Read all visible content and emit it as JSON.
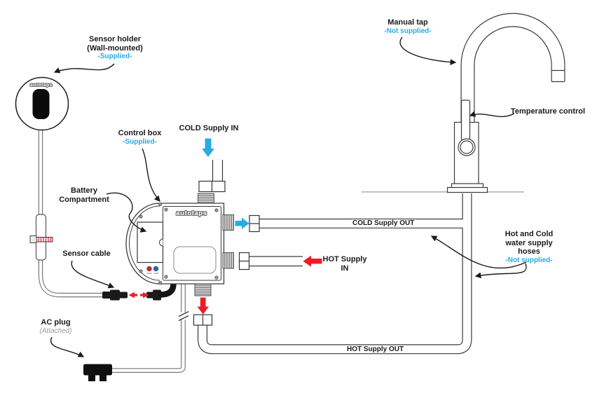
{
  "diagram": {
    "brand_logo": "autotaps",
    "labels": {
      "sensor_holder": {
        "title": "Sensor holder",
        "subtitle": "(Wall-mounted)",
        "status": "-Supplied-"
      },
      "control_box": {
        "title": "Control box",
        "status": "-Supplied-"
      },
      "battery_compartment": {
        "line1": "Battery",
        "line2": "Compartment"
      },
      "sensor_cable": {
        "title": "Sensor cable"
      },
      "ac_plug": {
        "title": "AC plug",
        "status": "(Attached)"
      },
      "cold_supply_in": {
        "title": "COLD Supply IN"
      },
      "cold_supply_out": {
        "title": "COLD Supply OUT"
      },
      "hot_supply_in": {
        "line1": "HOT Supply",
        "line2": "IN"
      },
      "hot_supply_out": {
        "title": "HOT Supply OUT"
      },
      "manual_tap": {
        "title": "Manual tap",
        "status": "-Not supplied-"
      },
      "temperature_control": {
        "title": "Temperature control"
      },
      "supply_hoses": {
        "line1": "Hot and Cold",
        "line2": "water supply",
        "line3": "hoses",
        "status": "-Not supplied-"
      }
    },
    "colors": {
      "cold_accent": "#29ABE2",
      "hot_accent": "#ED1C24",
      "attached_note": "#9B9B9B",
      "line_art": "#3A3A3A",
      "counter_line": "#B5B5B5"
    }
  }
}
